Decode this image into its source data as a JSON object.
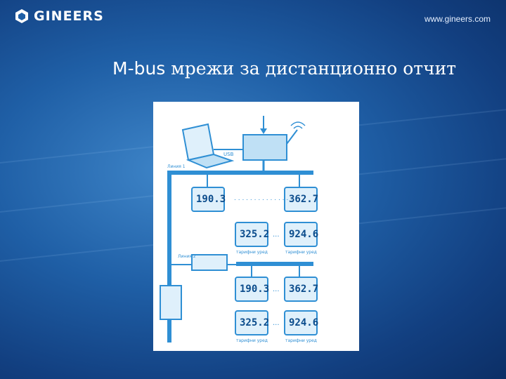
{
  "header": {
    "logo_text": "GINEERS",
    "site_url": "www.gineers.com"
  },
  "title": {
    "mbus": "M-bus",
    "rest": " мрежи за дистанционно отчит"
  },
  "colors": {
    "background": "#1f5fa6",
    "diagram_blue": "#2f8fd4",
    "lcd_text": "#0b4c8c",
    "lcd_face": "#dff0fb"
  },
  "diagram": {
    "labels": {
      "usb": "USB",
      "bus1": "Линия 1",
      "bus2": "Линия 2",
      "meter_label": "тарифни уред"
    },
    "readings": {
      "top_left": "190.3",
      "top_right": "362.7",
      "mid_left": "325.2",
      "mid_right": "924.6",
      "low_top_left": "190.3",
      "low_top_right": "362.7",
      "low_bottom_left": "325.2",
      "low_bottom_right": "924.6"
    }
  }
}
